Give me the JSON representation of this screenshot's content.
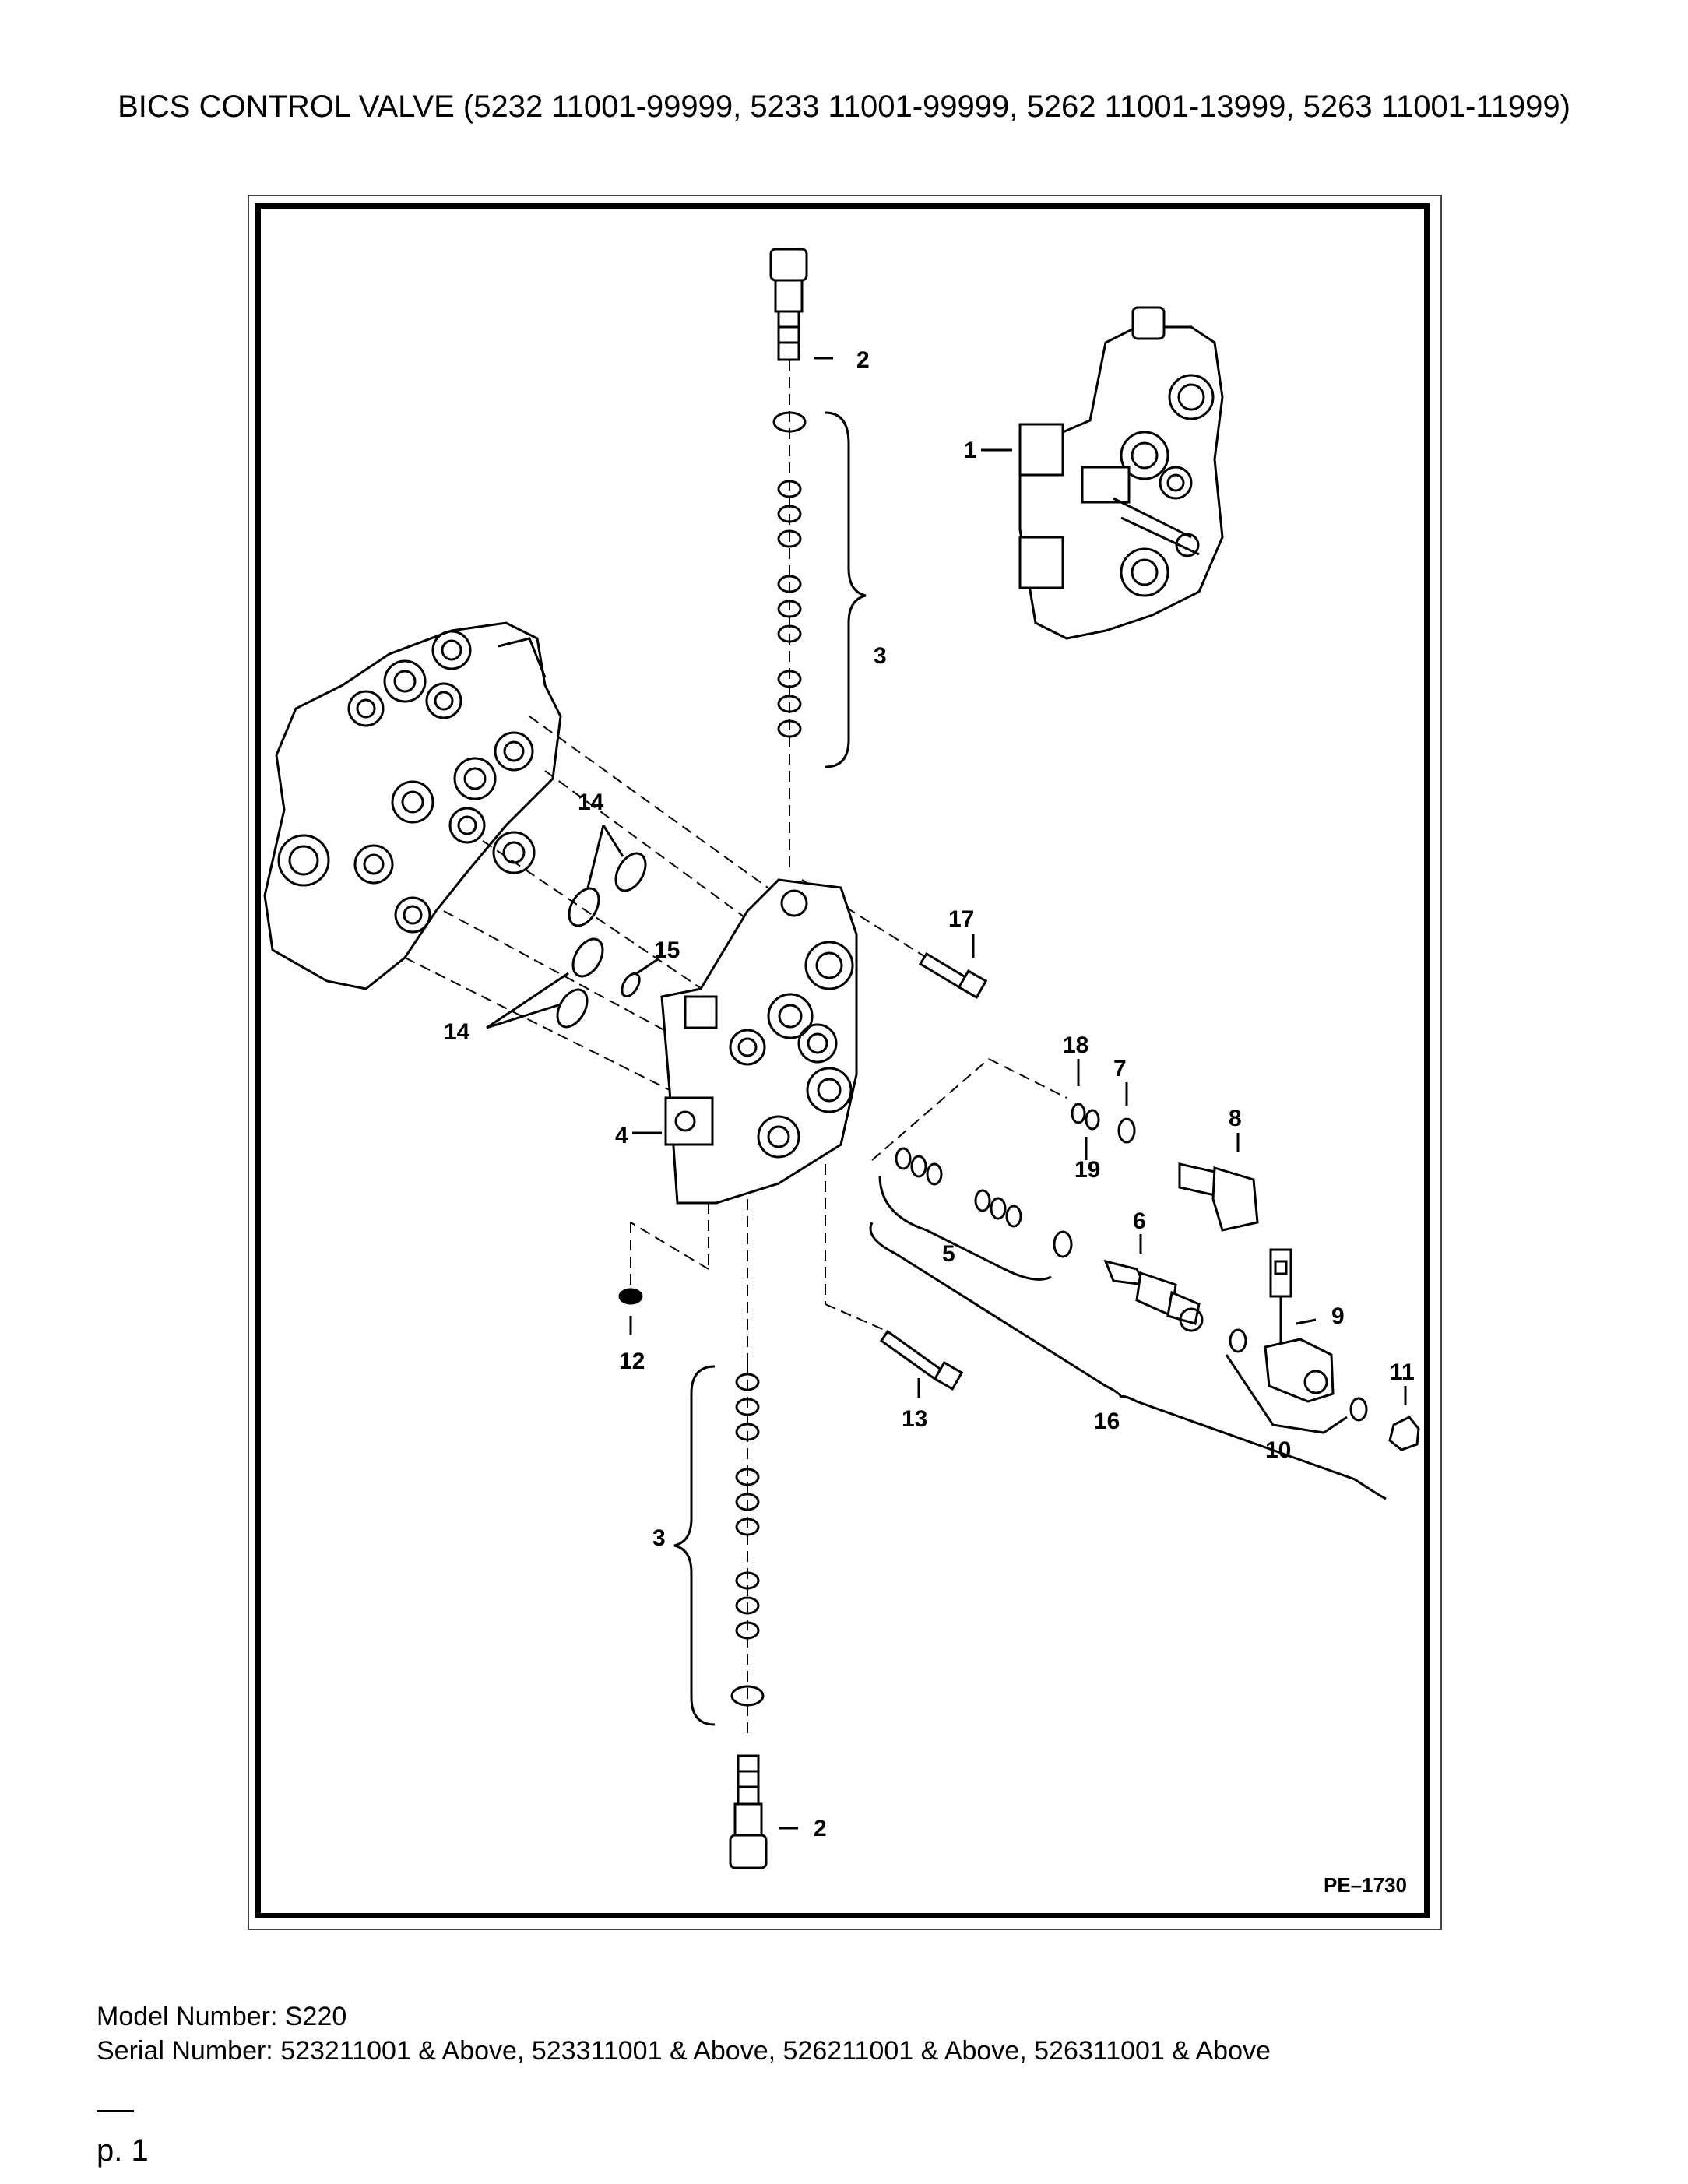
{
  "title": "BICS CONTROL VALVE (5232 11001-99999, 5233 11001-99999, 5262 11001-13999, 5263 11001-11999)",
  "diagram": {
    "code": "PE–1730",
    "callouts": {
      "c1": "1",
      "c2a": "2",
      "c2b": "2",
      "c3a": "3",
      "c3b": "3",
      "c4": "4",
      "c5": "5",
      "c6": "6",
      "c7": "7",
      "c8": "8",
      "c9": "9",
      "c10": "10",
      "c11": "11",
      "c12": "12",
      "c13": "13",
      "c14a": "14",
      "c14b": "14",
      "c15": "15",
      "c16": "16",
      "c17": "17",
      "c18": "18",
      "c19": "19"
    }
  },
  "footer": {
    "model": "Model Number: S220",
    "serial": "Serial Number: 523211001 & Above, 523311001 & Above, 526211001 & Above, 526311001 & Above",
    "page": "p. 1"
  }
}
